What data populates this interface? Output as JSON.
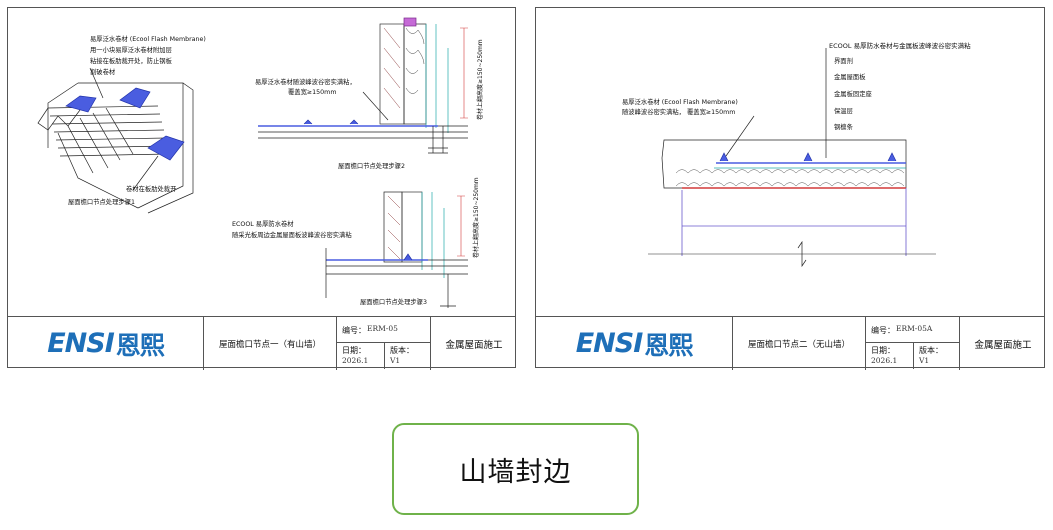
{
  "sheets": [
    {
      "drawing": {
        "note_flash_membrane": [
          "易厚泛水卷材 (Ecool Flash Membrane)",
          "用一小块易厚泛水卷材附加层",
          "粘接在板肋裁开处，防止钢板",
          "割破卷材"
        ],
        "note_membrane_cut": "卷材在板肋处裁开",
        "caption_iso": "屋面檐口节点处理步骤1",
        "note_overlap_2": [
          "易厚泛水卷材随波峰波谷密实满粘，",
          "覆盖宽≥150mm"
        ],
        "caption_2": "屋面檐口节点处理步骤2",
        "dim_2": "卷材上翻高度≥150~250mm",
        "note_ecool_3": [
          "ECOOL 易厚防水卷材",
          "随采光板周边金属屋面板波峰波谷密实满粘"
        ],
        "caption_3": "屋面檐口节点处理步骤3",
        "dim_3": "卷材上翻高度≥150~250mm"
      },
      "title_block": {
        "logo_en": "ENSI",
        "logo_cn": "恩熙",
        "drawing_name": "屋面檐口节点一（有山墙）",
        "code_label": "编号：",
        "code_value": "ERM-05",
        "date_label": "日期：",
        "date_value": "2026.1",
        "version_label": "版本：",
        "version_value": "V1",
        "project": "金属屋面施工"
      }
    },
    {
      "drawing": {
        "note_top": "ECOOL 易厚防水卷材与金属板波峰波谷密实满粘",
        "layers": [
          "界面剂",
          "金属屋面板",
          "金属板固定座",
          "保温层",
          "钢檩条"
        ],
        "note_flash": [
          "易厚泛水卷材 (Ecool Flash Membrane)",
          "随波峰波谷密实满粘， 覆盖宽≥150mm"
        ]
      },
      "title_block": {
        "logo_en": "ENSI",
        "logo_cn": "恩熙",
        "drawing_name": "屋面檐口节点二（无山墙）",
        "code_label": "编号：",
        "code_value": "ERM-05A",
        "date_label": "日期：",
        "date_value": "2026.1",
        "version_label": "版本：",
        "version_value": "V1",
        "project": "金属屋面施工"
      }
    }
  ],
  "caption": "山墙封边",
  "colors": {
    "accent_blue": "#1e6fb8",
    "membrane_blue": "#4a5de0",
    "frame_green": "#6fb24a",
    "dim_red": "#d23a3a",
    "structure_purple": "#6a5acd"
  }
}
